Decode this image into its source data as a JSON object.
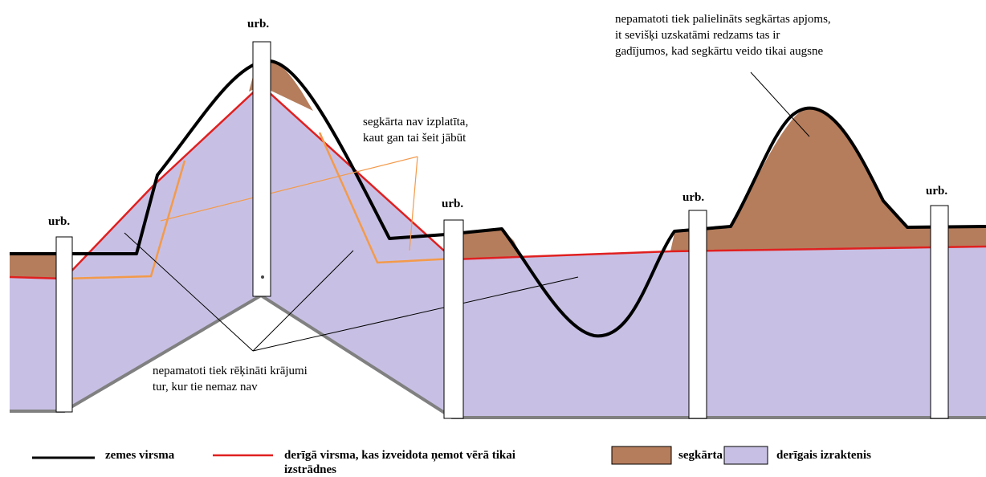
{
  "borehole_label": "urb.",
  "annotations": {
    "overburden_increase": "nepamatoti tiek palielināts segkārtas apjoms,\nit sevišķi uzskatāmi redzams tas ir\ngadījumos, kad segkārtu veido tikai augsne",
    "overburden_missing": "segkārta nav izplatīta,\nkaut gan tai šeit jābūt",
    "reserves_not_exist": "nepamatoti tiek rēķināti krājumi\ntur, kur tie nemaz nav"
  },
  "legend": {
    "ground_surface": "zemes virsma",
    "useful_surface": "derīgā virsma, kas izveidota ņemot vērā tikai",
    "useful_surface_line2": "izstrādnes",
    "overburden": "segkārta",
    "mineral": "derīgais izraktenis"
  },
  "colors": {
    "overburden": "#b57d5c",
    "mineral": "#c8c0e4",
    "ground_line": "#000000",
    "useful_line": "#e02020",
    "misplaced_line": "#f39a4a",
    "base_line": "#808080",
    "pointer_line": "#000000",
    "pointer_line_orange": "#f39a4a"
  }
}
